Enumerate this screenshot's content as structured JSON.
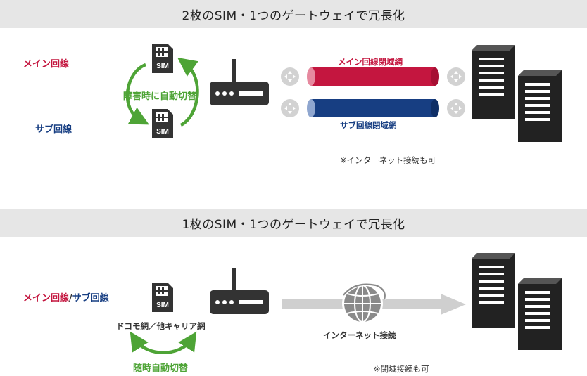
{
  "section1": {
    "title": "2枚のSIM・1つのゲートウェイで冗長化",
    "main_line": "メイン回線",
    "sub_line": "サブ回線",
    "switch_label": "障害時に自動切替",
    "main_network": "メイン回線閉域網",
    "sub_network": "サブ回線閉域網",
    "note": "※インターネット接続も可",
    "sim_label": "SIM"
  },
  "section2": {
    "title": "1枚のSIM・1つのゲートウェイで冗長化",
    "line_main": "メイン回線",
    "line_sep": "/",
    "line_sub": "サブ回線",
    "carrier": "ドコモ網／他キャリア網",
    "switch_label": "随時自動切替",
    "internet": "インターネット接続",
    "note": "※閉域接続も可",
    "sim_label": "SIM"
  },
  "colors": {
    "main": "#c4163f",
    "sub": "#173e82",
    "arrow": "#4ea436",
    "icon": "#333333",
    "band": "#e6e6e6"
  },
  "icons": [
    "sim-card-icon",
    "gateway-router-icon",
    "server-icon",
    "globe-icon",
    "network-node-icon"
  ]
}
